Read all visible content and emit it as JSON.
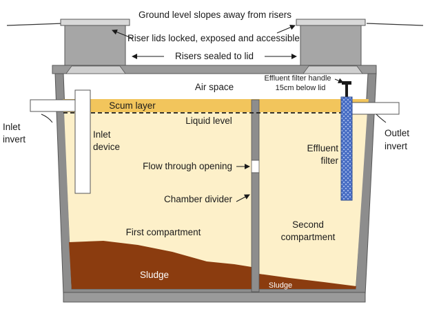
{
  "labels": {
    "ground": "Ground level slopes away from risers",
    "riser_lids": "Riser lids locked, exposed and accessible",
    "risers_sealed": "Risers sealed to lid",
    "air_space": "Air space",
    "filter_handle_1": "Effluent filter handle",
    "filter_handle_2": "15cm below lid",
    "scum": "Scum layer",
    "liquid_level": "Liquid level",
    "inlet_invert_1": "Inlet",
    "inlet_invert_2": "invert",
    "inlet_device_1": "Inlet",
    "inlet_device_2": "device",
    "outlet_invert_1": "Outlet",
    "outlet_invert_2": "invert",
    "effluent_filter_1": "Effluent",
    "effluent_filter_2": "filter",
    "flow_opening": "Flow through opening",
    "chamber_divider": "Chamber divider",
    "first_compartment": "First compartment",
    "second_compartment_1": "Second",
    "second_compartment_2": "compartment",
    "sludge_main": "Sludge",
    "sludge_second": "Sludge"
  },
  "colors": {
    "liquid": "#fdf0c9",
    "scum": "#f2c55c",
    "sludge": "#8b3c0f",
    "tank_wall": "#8d8d8d",
    "riser": "#a6a6a6",
    "filter": "#4a6fc4"
  }
}
